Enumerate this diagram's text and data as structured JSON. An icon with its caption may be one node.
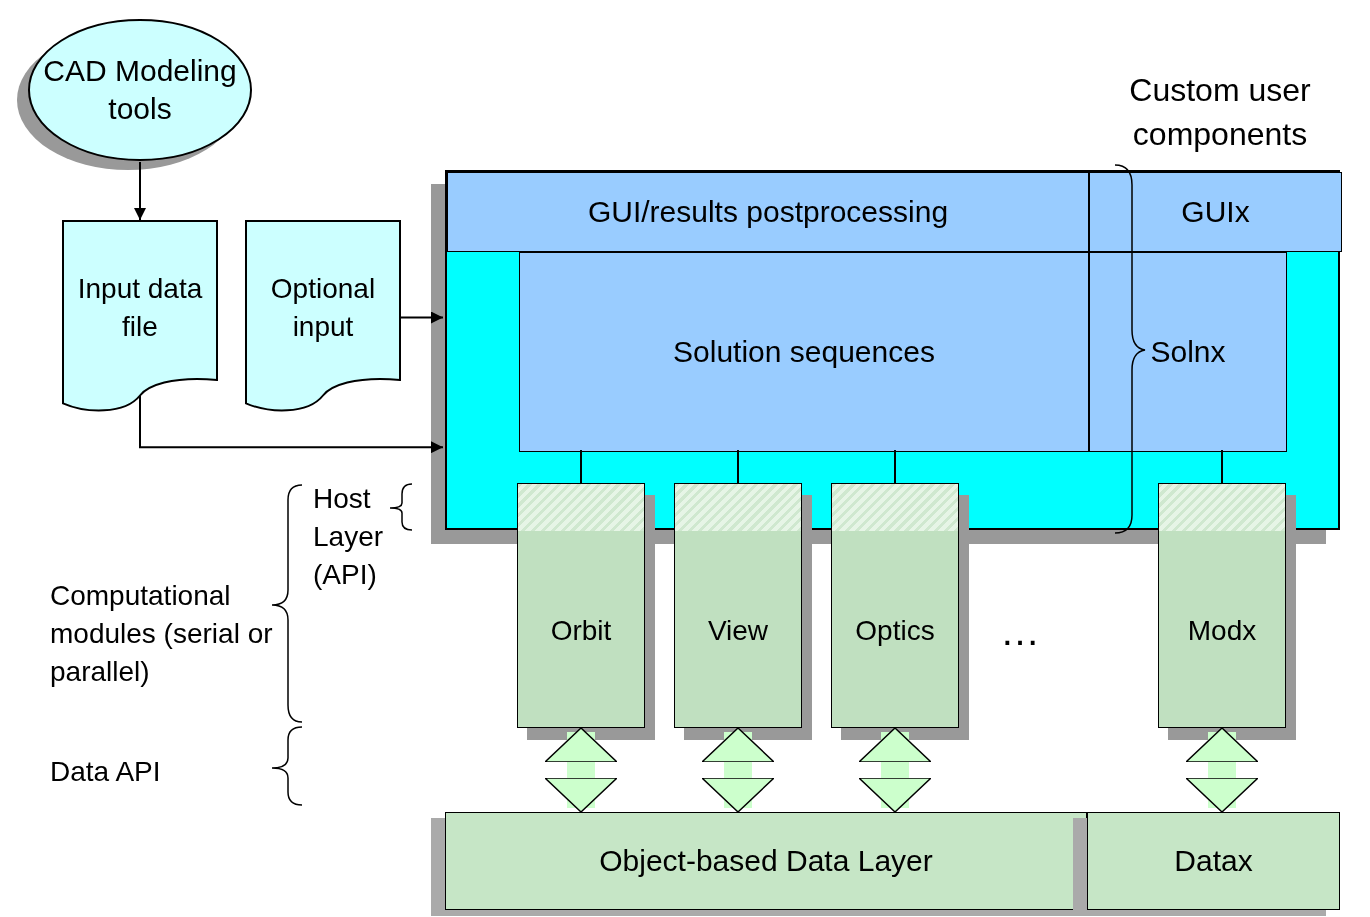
{
  "diagram": {
    "nodes": [
      {
        "text": [
          "CAD Modeling tools"
        ]
      },
      {
        "text": [
          "Input data file"
        ]
      },
      {
        "text": [
          "Optional input"
        ]
      },
      {
        "text": [],
        "shape": "box"
      },
      {
        "text": [
          "GUI/results postprocessing"
        ],
        "in": 3
      },
      {
        "text": [
          "GUIx"
        ],
        "in": 3
      },
      {
        "text": [
          "Solution sequences"
        ],
        "in": 3
      },
      {
        "text": [
          "Solnx"
        ],
        "in": 3
      },
      {
        "text": [
          "Orbit"
        ]
      },
      {
        "text": [
          "View"
        ]
      },
      {
        "text": [
          "Optics"
        ]
      },
      {
        "text": [
          "Modx"
        ]
      },
      {
        "text": [
          "Object-based Data Layer"
        ]
      },
      {
        "text": [
          "Datax"
        ]
      }
    ],
    "edges": [
      {
        "from": 0,
        "to": 1,
        "arrow": "to"
      },
      {
        "from": 1,
        "to": 3,
        "arrow": "to"
      },
      {
        "from": 2,
        "to": 3,
        "arrow": "to"
      },
      {
        "from": 6,
        "to": 8,
        "arrow": "none"
      },
      {
        "from": 6,
        "to": 9,
        "arrow": "none"
      },
      {
        "from": 6,
        "to": 10,
        "arrow": "none"
      },
      {
        "from": 7,
        "to": 11,
        "arrow": "none"
      },
      {
        "from": 8,
        "to": 12,
        "arrow": "both",
        "style": "thick",
        "color": "#ccffcc"
      },
      {
        "from": 9,
        "to": 12,
        "arrow": "both",
        "style": "thick",
        "color": "#ccffcc"
      },
      {
        "from": 10,
        "to": 12,
        "arrow": "both",
        "style": "thick",
        "color": "#ccffcc"
      },
      {
        "from": 11,
        "to": 13,
        "arrow": "both",
        "style": "thick",
        "color": "#ccffcc"
      }
    ],
    "labels": [
      "Custom user components",
      "Host Layer (API)",
      "Computational modules (serial or parallel)",
      "…",
      "Data API"
    ]
  }
}
